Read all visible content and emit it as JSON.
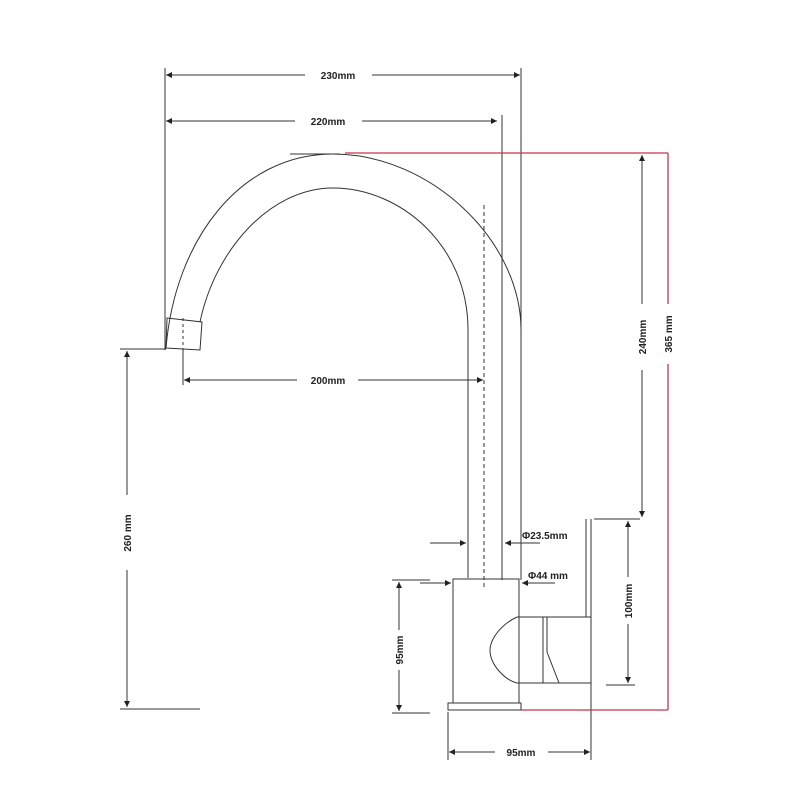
{
  "diagram": {
    "title": "Kitchen faucet technical drawing",
    "colors": {
      "line": "#333333",
      "accent_red": "#c8344a",
      "dim_text": "#222222"
    },
    "dimensions": {
      "overall_width": "230mm",
      "spout_width": "220mm",
      "reach": "200mm",
      "spout_height": "240mm",
      "total_height": "365 mm",
      "outlet_height": "260 mm",
      "spout_diameter": "Φ23.5mm",
      "body_diameter": "Φ44 mm",
      "body_height": "95mm",
      "handle_height": "100mm",
      "base_width": "95mm"
    }
  }
}
